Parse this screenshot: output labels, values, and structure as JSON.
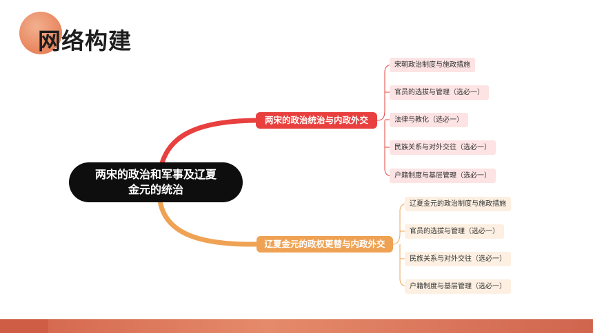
{
  "title": "网络构建",
  "central": "两宋的政治和军事及辽夏金元的统治",
  "branches": [
    {
      "label": "两宋的政治统治与内政外交",
      "color": "#e8403e",
      "items": [
        "宋朝政治制度与施政措施",
        "官员的选拔与管理（选必一）",
        "法律与教化（选必一）",
        "民族关系与对外交往（选必一）",
        "户籍制度与基层管理（选必一）"
      ]
    },
    {
      "label": "辽夏金元的政权更替与内政外交",
      "color": "#efa254",
      "items": [
        "辽夏金元的政治制度与施政措施",
        "官员的选拔与管理（选必一）",
        "民族关系与对外交往（选必一）",
        "户籍制度与基层管理（选必一）"
      ]
    }
  ]
}
